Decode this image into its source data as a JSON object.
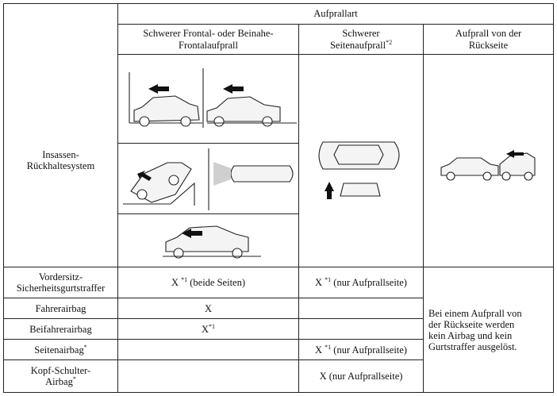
{
  "header": {
    "aufprallart": "Aufprallart",
    "col_frontal_line1": "Schwerer Frontal- oder Beinahe-",
    "col_frontal_line2": "Frontalaufprall",
    "col_seite_line1": "Schwerer",
    "col_seite_line2": "Seitenaufprall",
    "col_seite_sup": "*2",
    "col_rueck_line1": "Aufprall von der",
    "col_rueck_line2": "Rückseite"
  },
  "system_label_line1": "Insassen-",
  "system_label_line2": "Rückhaltesystem",
  "rows": [
    {
      "label1": "Vordersitz-",
      "label2": "Sicherheitsgurtstraffer",
      "label_sup": "",
      "frontal": "X",
      "frontal_sup": "*1",
      "frontal_note": " (beide Seiten)",
      "seite": "X",
      "seite_sup": "*1",
      "seite_note": " (nur Aufprallseite)"
    },
    {
      "label1": "Fahrerairbag",
      "label2": "",
      "label_sup": "",
      "frontal": "X",
      "frontal_sup": "",
      "frontal_note": "",
      "seite": "",
      "seite_sup": "",
      "seite_note": ""
    },
    {
      "label1": "Beifahrerairbag",
      "label2": "",
      "label_sup": "",
      "frontal": "X",
      "frontal_sup": "*1",
      "frontal_note": "",
      "seite": "",
      "seite_sup": "",
      "seite_note": ""
    },
    {
      "label1": "Seitenairbag",
      "label2": "",
      "label_sup": "*",
      "frontal": "",
      "frontal_sup": "",
      "frontal_note": "",
      "seite": "X",
      "seite_sup": "*1",
      "seite_note": " (nur Aufprallseite)"
    },
    {
      "label1": "Kopf-Schulter-",
      "label2": "Airbag",
      "label_sup": "*",
      "frontal": "",
      "frontal_sup": "",
      "frontal_note": "",
      "seite": "X (nur Aufprallseite)",
      "seite_sup": "",
      "seite_note": ""
    }
  ],
  "rueck_note_line1": "Bei einem Aufprall von",
  "rueck_note_line2": "der Rückseite werden",
  "rueck_note_line3": "kein Airbag und kein",
  "rueck_note_line4": "Gurtstraffer ausgelöst."
}
